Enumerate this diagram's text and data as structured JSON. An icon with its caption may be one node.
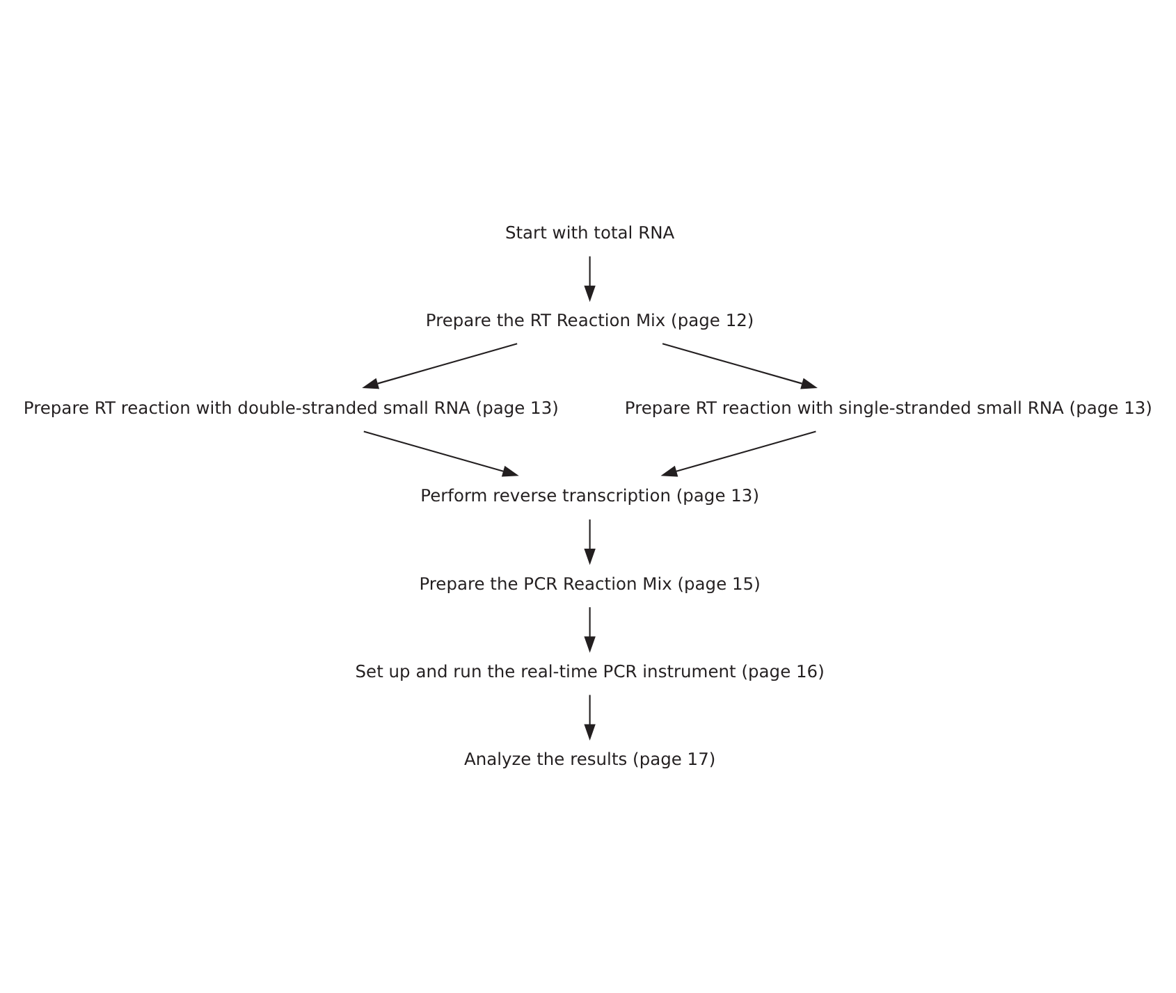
{
  "diagram": {
    "nodes": [
      {
        "text": [
          "Start with total RNA"
        ]
      },
      {
        "text": [
          "Prepare the RT Reaction Mix (page 12)"
        ]
      },
      {
        "text": [
          "Prepare RT reaction with double-stranded small RNA (page 13)"
        ]
      },
      {
        "text": [
          "Prepare RT reaction with single-stranded small RNA (page 13)"
        ]
      },
      {
        "text": [
          "Perform reverse transcription (page 13)"
        ]
      },
      {
        "text": [
          "Prepare the PCR Reaction Mix (page 15)"
        ]
      },
      {
        "text": [
          "Set up and run the real-time PCR instrument (page 16)"
        ]
      },
      {
        "text": [
          "Analyze the results (page 17)"
        ]
      }
    ],
    "edges": [
      {
        "from": 0,
        "to": 1,
        "arrow": "to"
      },
      {
        "from": 1,
        "to": 2,
        "arrow": "to"
      },
      {
        "from": 1,
        "to": 3,
        "arrow": "to"
      },
      {
        "from": 2,
        "to": 4,
        "arrow": "to"
      },
      {
        "from": 3,
        "to": 4,
        "arrow": "to"
      },
      {
        "from": 4,
        "to": 5,
        "arrow": "to"
      },
      {
        "from": 5,
        "to": 6,
        "arrow": "to"
      },
      {
        "from": 6,
        "to": 7,
        "arrow": "to"
      }
    ]
  }
}
